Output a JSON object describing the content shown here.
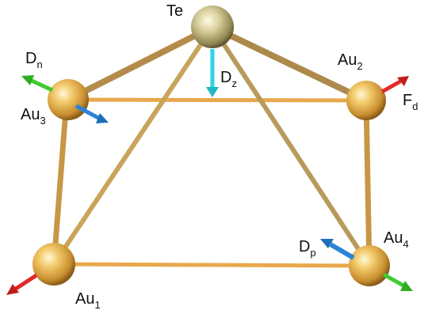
{
  "atoms": {
    "te": {
      "base": "Te",
      "sub": ""
    },
    "au1": {
      "base": "Au",
      "sub": "1"
    },
    "au2": {
      "base": "Au",
      "sub": "2"
    },
    "au3": {
      "base": "Au",
      "sub": "3"
    },
    "au4": {
      "base": "Au",
      "sub": "4"
    }
  },
  "modes": {
    "dn": {
      "base": "D",
      "sub": "n"
    },
    "dz": {
      "base": "D",
      "sub": "z"
    },
    "fd": {
      "base": "F",
      "sub": "d"
    },
    "dp": {
      "base": "D",
      "sub": "p"
    }
  },
  "colors": {
    "gold_bond": "#e8a84c",
    "te_bond": "#9c8f56",
    "arrow_green": "#3dcc2e",
    "arrow_red": "#e12a2a",
    "arrow_blue": "#2b84d6",
    "arrow_cyan": "#29d6e6"
  }
}
